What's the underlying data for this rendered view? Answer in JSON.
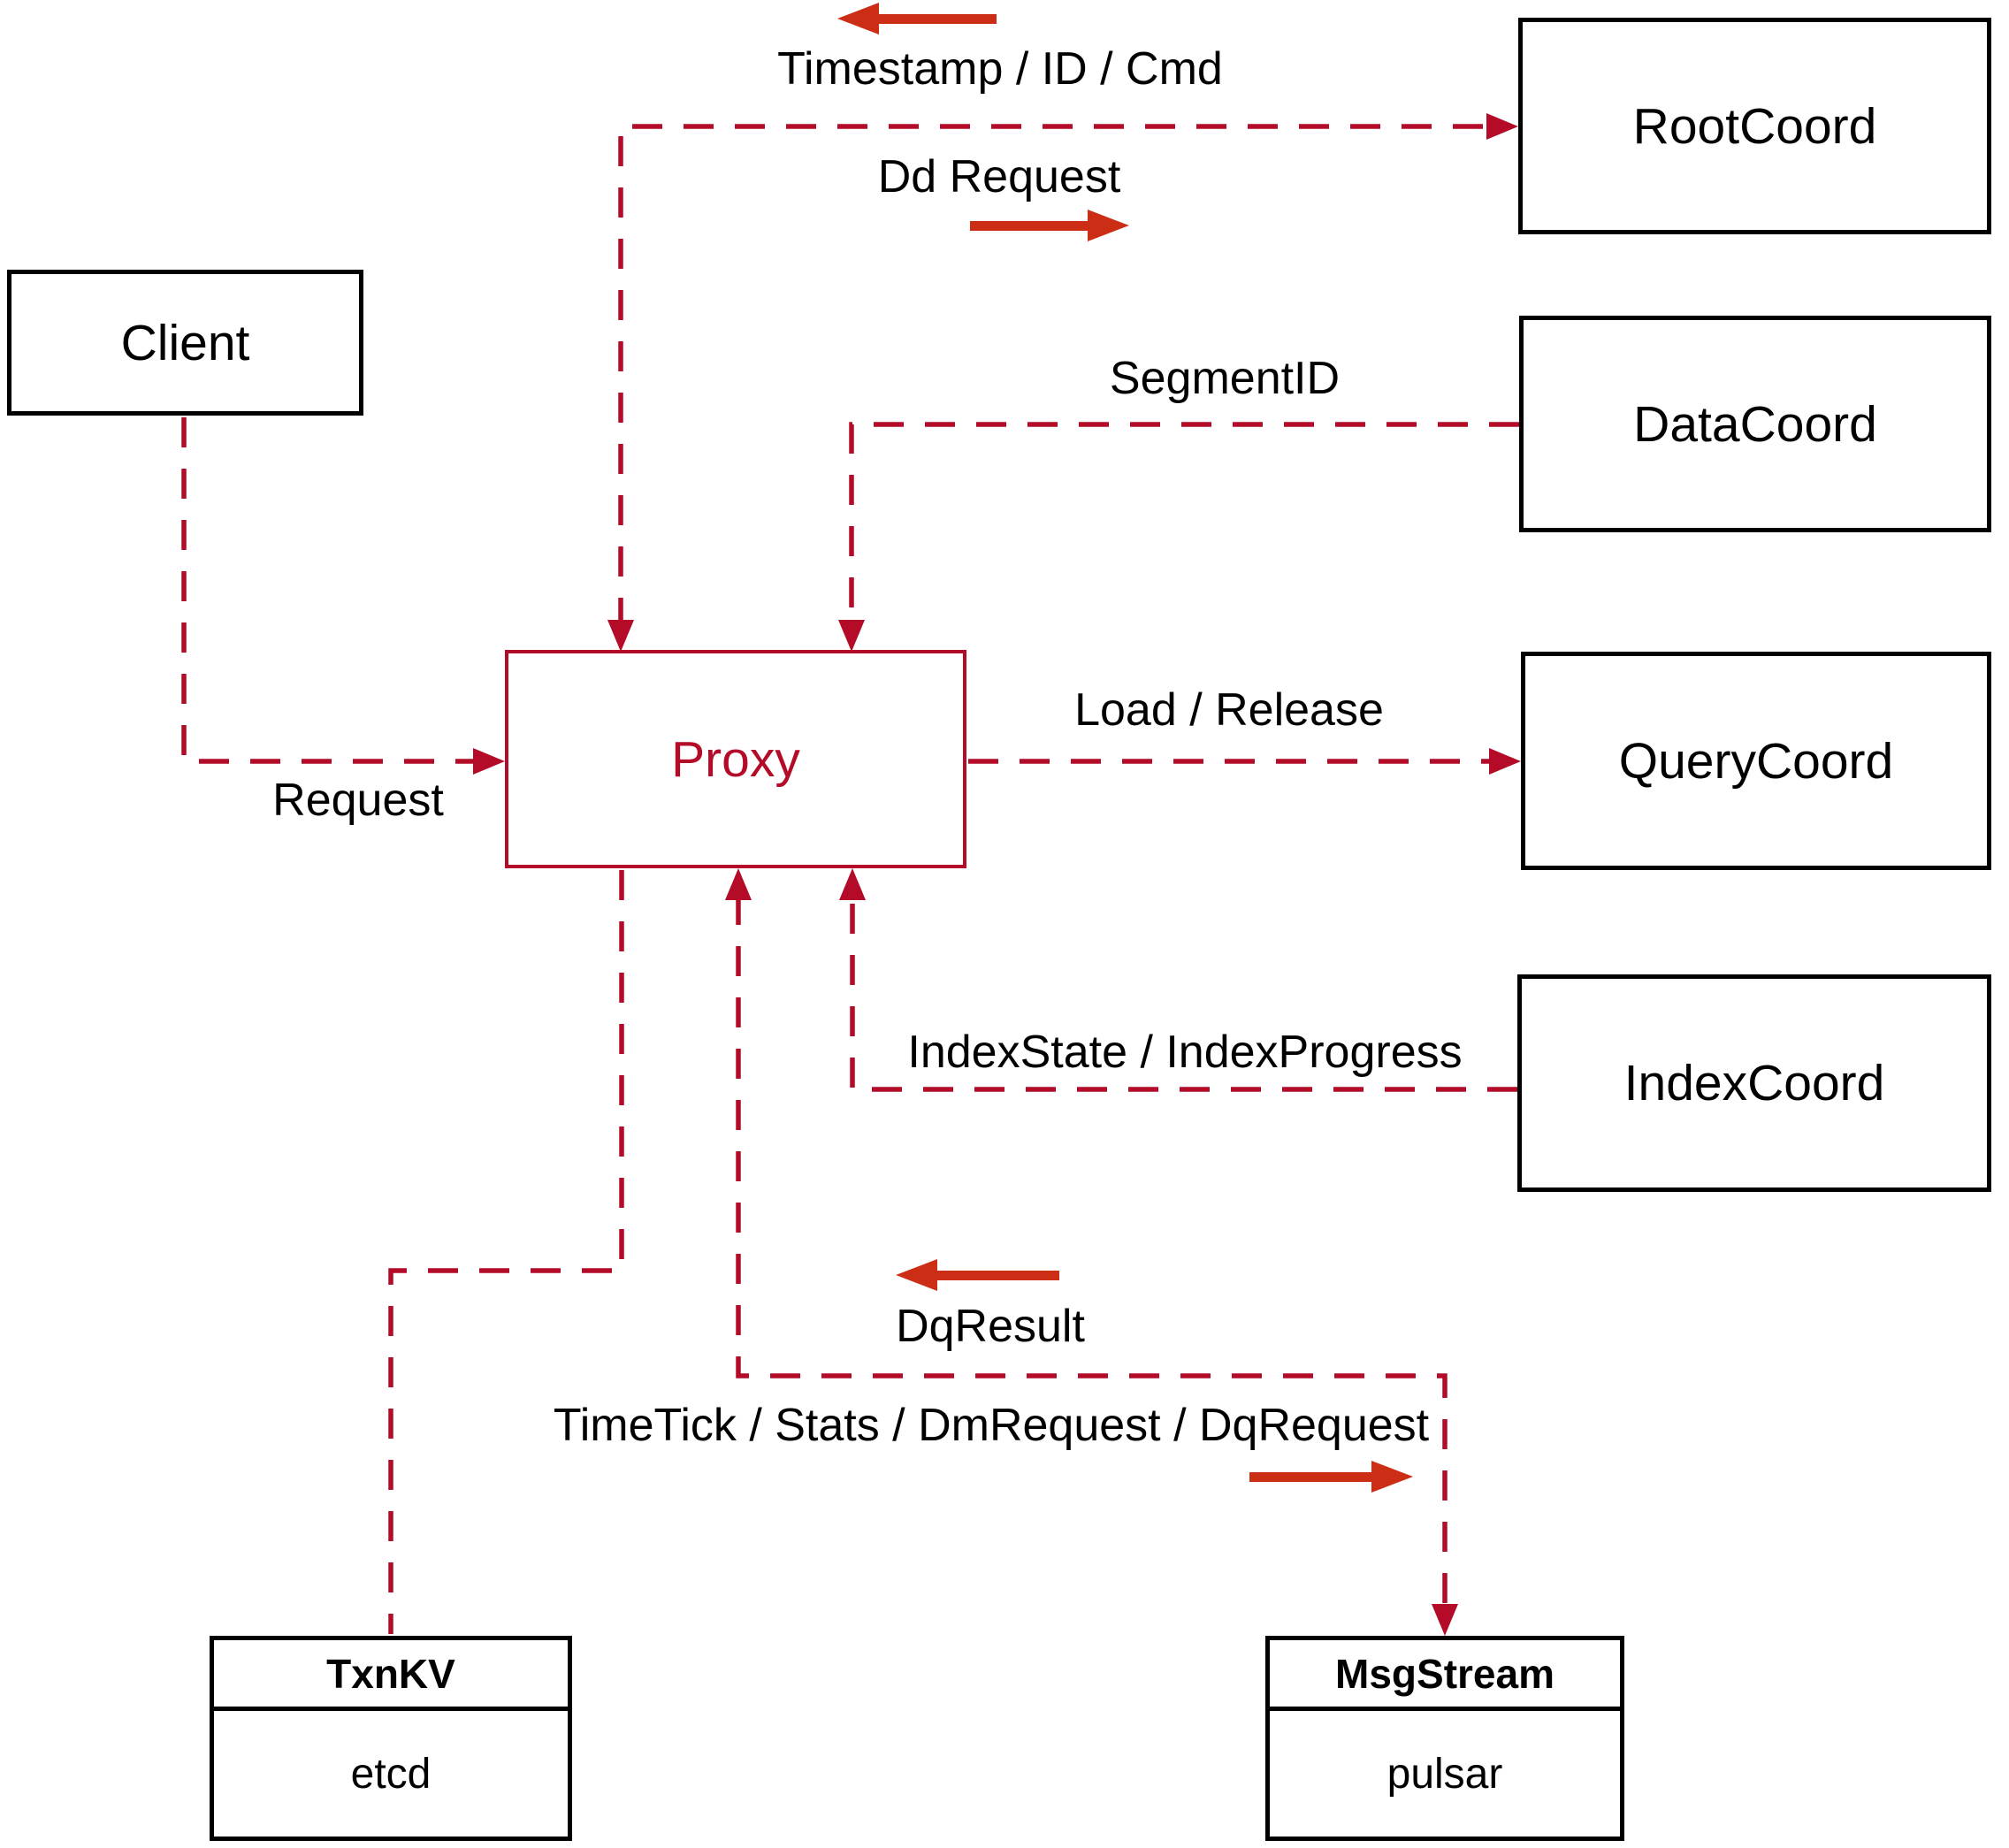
{
  "nodes": {
    "client": {
      "label": "Client"
    },
    "proxy": {
      "label": "Proxy"
    },
    "root_coord": {
      "label": "RootCoord"
    },
    "data_coord": {
      "label": "DataCoord"
    },
    "query_coord": {
      "label": "QueryCoord"
    },
    "index_coord": {
      "label": "IndexCoord"
    },
    "txn_kv": {
      "title": "TxnKV",
      "value": "etcd"
    },
    "msg_stream": {
      "title": "MsgStream",
      "value": "pulsar"
    }
  },
  "edge_labels": {
    "timestamp_id_cmd": "Timestamp / ID / Cmd",
    "dd_request": "Dd Request",
    "segment_id": "SegmentID",
    "load_release": "Load / Release",
    "index_state": "IndexState / IndexProgress",
    "dq_result": "DqResult",
    "time_tick": "TimeTick / Stats / DmRequest / DqRequest",
    "request": "Request"
  },
  "edges": [
    {
      "from": "Client",
      "to": "Proxy",
      "label": "Request",
      "style": "dashed",
      "direction": "to"
    },
    {
      "from": "Proxy",
      "to": "RootCoord",
      "label_to": "Dd Request",
      "label_from": "Timestamp / ID / Cmd",
      "style": "dashed",
      "direction": "both"
    },
    {
      "from": "DataCoord",
      "to": "Proxy",
      "label": "SegmentID",
      "style": "dashed",
      "direction": "to"
    },
    {
      "from": "Proxy",
      "to": "QueryCoord",
      "label": "Load / Release",
      "style": "dashed",
      "direction": "to"
    },
    {
      "from": "IndexCoord",
      "to": "Proxy",
      "label": "IndexState / IndexProgress",
      "style": "dashed",
      "direction": "to"
    },
    {
      "from": "Proxy",
      "to": "TxnKV",
      "label": "",
      "style": "dashed",
      "direction": "none"
    },
    {
      "from": "Proxy",
      "to": "MsgStream",
      "label_to": "TimeTick / Stats / DmRequest / DqRequest",
      "label_from": "DqResult",
      "style": "dashed",
      "direction": "both"
    }
  ],
  "colors": {
    "line_crimson": "#b30b28",
    "arrow_red": "#cc2d15",
    "box_border": "#000000",
    "label_text": "#000000",
    "background": "#ffffff"
  }
}
